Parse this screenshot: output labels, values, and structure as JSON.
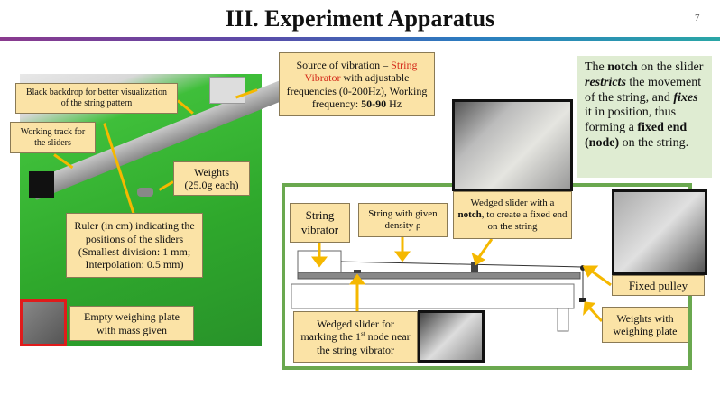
{
  "header": {
    "title": "III. Experiment Apparatus",
    "page_number": "7"
  },
  "photo_callouts": {
    "source": {
      "text1": "Source of vibration – ",
      "red": "String Vibrator",
      "text2": " with adjustable frequencies (0-200Hz), Working frequency: ",
      "bold": "50-90",
      "text3": " Hz"
    },
    "backdrop": "Black backdrop for better visualization of the string pattern",
    "track": "Working track for the sliders",
    "weights": "Weights (25.0g each)",
    "ruler": "Ruler (in cm) indicating the positions of the sliders (Smallest division: 1 mm; Interpolation: 0.5 mm)",
    "plate": "Empty weighing plate with mass given"
  },
  "note": {
    "t1": "The ",
    "b1": "notch",
    "t2": " on the slider ",
    "i1": "restricts",
    "t3": " the movement of the string, and ",
    "i2": "fixes",
    "t4": " it in position, thus forming a ",
    "b2": "fixed end (node)",
    "t5": " on the string."
  },
  "diagram": {
    "vibrator": "String vibrator",
    "string": "String with given density ρ",
    "notch": {
      "t1": "Wedged slider with a ",
      "b": "notch",
      "t2": ", to create a fixed end on the string"
    },
    "pulley": "Fixed pulley",
    "weights": "Weights with weighing plate",
    "node": {
      "t1": "Wedged slider for marking the 1",
      "sup": "st",
      "t2": " node near the string vibrator"
    }
  },
  "colors": {
    "callout": "#fbe3a6",
    "frame": "#6aa84f",
    "arrow": "#f5b800",
    "highlight": "#d42a1a"
  }
}
